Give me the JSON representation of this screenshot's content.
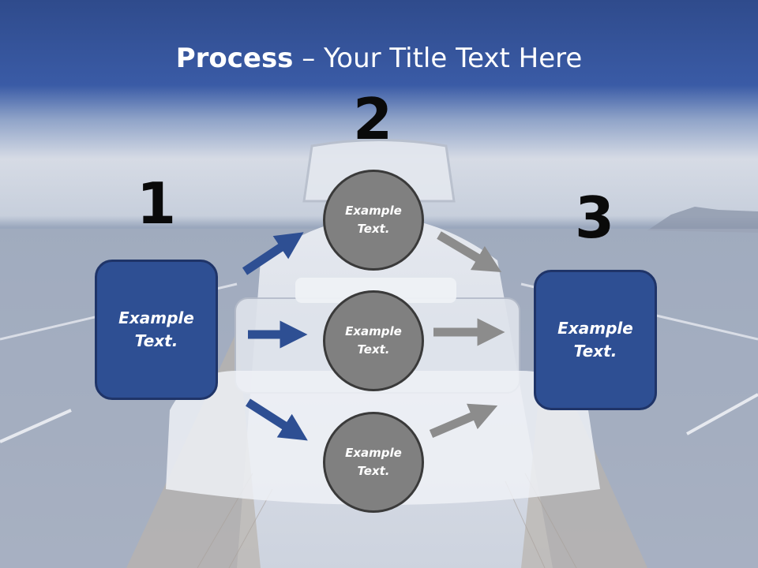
{
  "slide": {
    "title_bold": "Process",
    "title_rest": " – Your Title Text Here",
    "steps": [
      "1",
      "2",
      "3"
    ],
    "left_box": "Example\nText.",
    "right_box": "Example\nText.",
    "circles": [
      "Example\nText.",
      "Example\nText.",
      "Example\nText."
    ]
  },
  "colors": {
    "box_fill": "#2e4f93",
    "circle_fill": "#808080",
    "arrow_blue": "#2e4f93",
    "arrow_gray": "#8c8c8c"
  }
}
